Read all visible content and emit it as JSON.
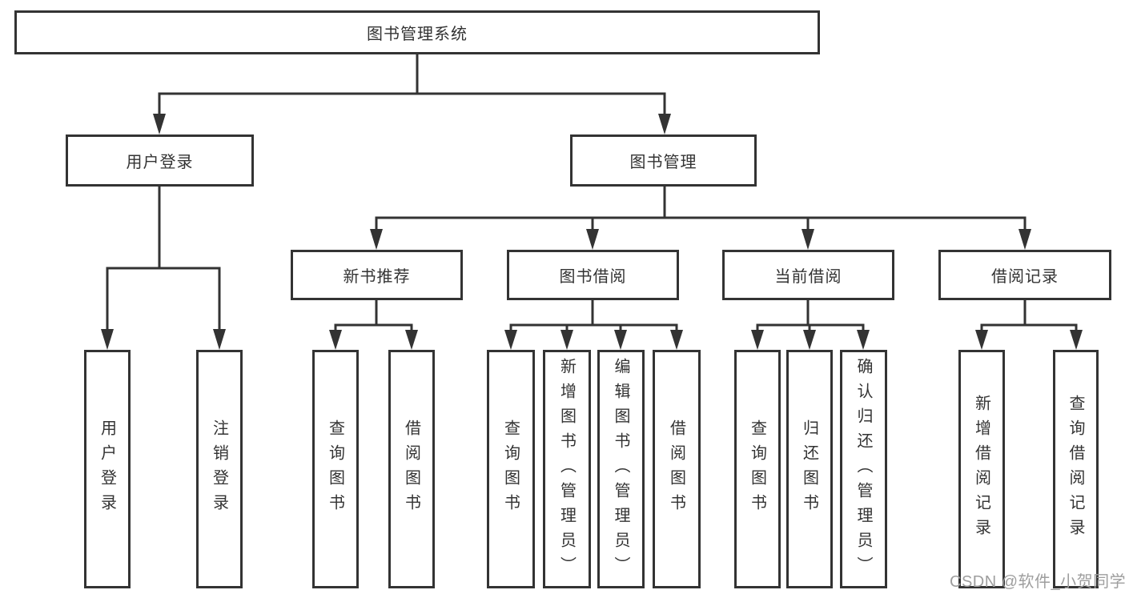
{
  "diagram": {
    "type": "tree",
    "tree": {
      "root": "图书管理系统",
      "children": [
        {
          "label": "用户登录",
          "children": [
            "用户登录",
            "注销登录"
          ]
        },
        {
          "label": "图书管理",
          "children": [
            {
              "label": "新书推荐",
              "children": [
                "查询图书",
                "借阅图书"
              ]
            },
            {
              "label": "图书借阅",
              "children": [
                "查询图书",
                "新增图书（管理员）",
                "编辑图书（管理员）",
                "借阅图书"
              ]
            },
            {
              "label": "当前借阅",
              "children": [
                "查询图书",
                "归还图书",
                "确认归还（管理员）"
              ]
            },
            {
              "label": "借阅记录",
              "children": [
                "新增借阅记录",
                "查询借阅记录"
              ]
            }
          ]
        }
      ]
    },
    "colors": {
      "line": "#333333",
      "text": "#333333",
      "background": "#ffffff",
      "watermark_text": "#9e9e9e"
    }
  },
  "watermark": "CSDN @软件_小贺同学"
}
